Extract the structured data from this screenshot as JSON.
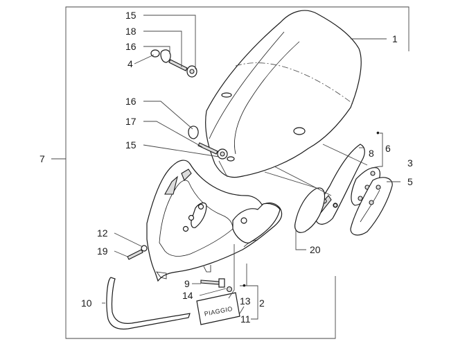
{
  "diagram": {
    "labels": {
      "l1": "1",
      "l2": "2",
      "l3": "3",
      "l4": "4",
      "l5": "5",
      "l6": "6",
      "l7": "7",
      "l8": "8",
      "l9": "9",
      "l10": "10",
      "l11": "11",
      "l12": "12",
      "l13": "13",
      "l14": "14",
      "l15a": "15",
      "l15b": "15",
      "l16a": "16",
      "l16b": "16",
      "l17": "17",
      "l18": "18",
      "l19": "19",
      "l20": "20"
    },
    "plate_text": "PIAGGIO",
    "kit_markers": {
      "group_2": "•",
      "group_6": "•"
    }
  }
}
